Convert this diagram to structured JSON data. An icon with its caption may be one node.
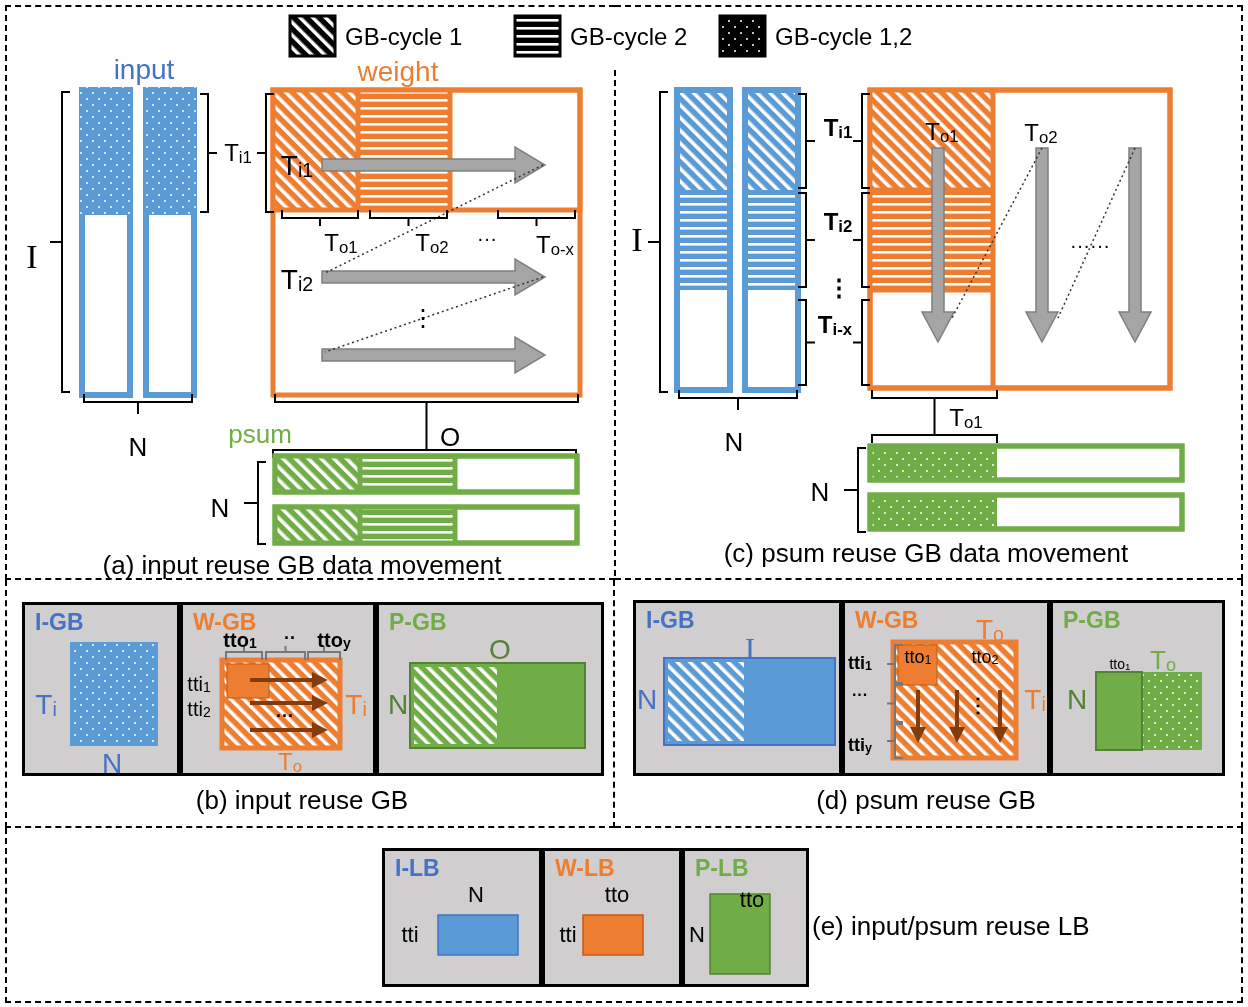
{
  "diagram": {
    "nodes": [
      {
        "text": [
          "(a) input reuse GB data movement"
        ]
      },
      {
        "text": [
          "(c) psum reuse GB data movement"
        ]
      },
      {
        "text": [
          "(b) input reuse GB"
        ]
      },
      {
        "text": [
          "I-GB"
        ],
        "in": 2
      },
      {
        "text": [
          "W-GB"
        ],
        "in": 2
      },
      {
        "text": [
          "P-GB"
        ],
        "in": 2
      },
      {
        "text": [
          "(d) psum reuse GB"
        ]
      },
      {
        "text": [
          "I-GB"
        ],
        "in": 6
      },
      {
        "text": [
          "W-GB"
        ],
        "in": 6
      },
      {
        "text": [
          "P-GB"
        ],
        "in": 6
      },
      {
        "text": [
          "(e) input/psum reuse LB"
        ]
      },
      {
        "text": [
          "I-LB"
        ],
        "in": 10
      },
      {
        "text": [
          "W-LB"
        ],
        "in": 10
      },
      {
        "text": [
          "P-LB"
        ],
        "in": 10
      }
    ],
    "labels": [
      "input",
      "weight",
      "T$_{i1}$",
      "I",
      "T$_{i1}$",
      "T$_{o1}$",
      "T$_{o2}$",
      "···",
      "T$_{o-x}$",
      "T$_{i2}$",
      "⋮",
      "N",
      "psum",
      "O",
      "N",
      "I",
      "T$_{i1}$",
      "T$_{o1}$",
      "T$_{o2}$",
      "T$_{i2}$",
      "······",
      "⋮",
      "T$_{i-x}$",
      "N",
      "T$_{o1}$",
      "N",
      "T$_{i}$",
      "N",
      "tto$_{1}$",
      "··",
      "tto$_{y}$",
      "tti$_{1}$",
      "tti$_{2}$",
      "···",
      "T$_{i}$",
      "T$_{o}$",
      "O",
      "N",
      "I",
      "N",
      "T$_{o}$",
      "tti$_{1}$",
      "tto$_{1}$",
      "tto$_{2}$",
      "···",
      "⋮",
      "T$_{i}$",
      "tti$_{y}$",
      "tto$_{1}$",
      "T$_{o}$",
      "N",
      "N",
      "tti",
      "tto",
      "tti",
      "tto",
      "N"
    ],
    "legend": [
      {
        "text": "GB-cycle 1"
      },
      {
        "text": "GB-cycle 2"
      },
      {
        "text": "GB-cycle 1,2"
      }
    ]
  }
}
